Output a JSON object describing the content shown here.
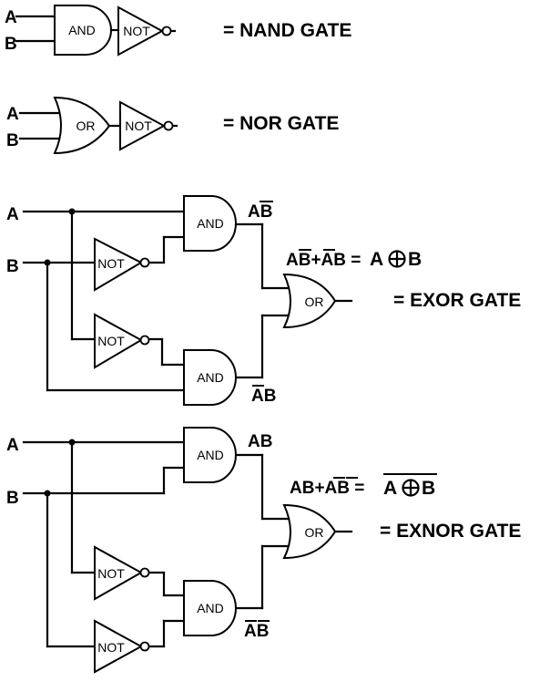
{
  "labels": {
    "a": "A",
    "b": "B",
    "and_gate": "AND",
    "or_gate": "OR",
    "not_gate": "NOT"
  },
  "results": {
    "nand": "=  NAND GATE",
    "nor": "=  NOR GATE",
    "exor": "=  EXOR GATE",
    "exnor": "=  EXNOR GATE"
  },
  "exor": {
    "term_top": "AB",
    "term_bottom": "AB",
    "expression_lhs": "AB+AB =",
    "expression_rhs": "A",
    "expression_rhs_b": "B"
  },
  "exnor": {
    "term_top": "AB",
    "term_bottom": "AB",
    "expression_lhs": "AB+AB =",
    "expression_rhs": "A",
    "expression_rhs_b": "B"
  }
}
